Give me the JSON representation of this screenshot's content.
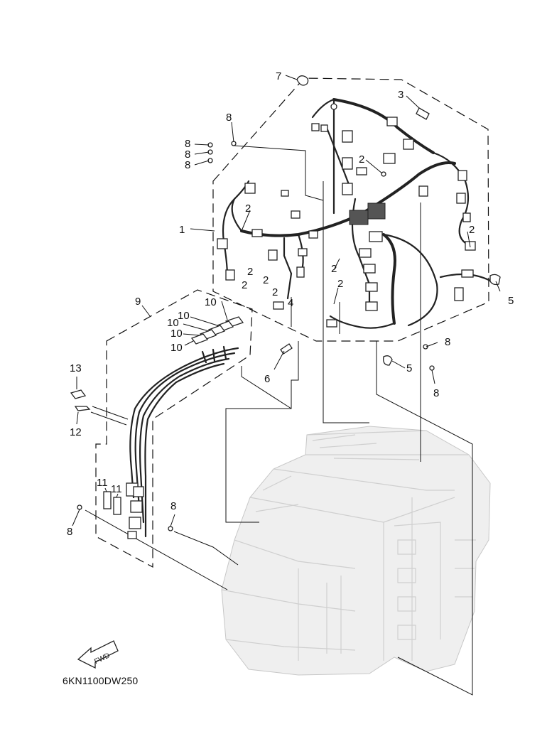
{
  "diagram_code": "6KN1100DW250",
  "fwd_label": "FWD",
  "callouts": {
    "c1": "1",
    "c2": "2",
    "c3": "3",
    "c4": "4",
    "c5": "5",
    "c6": "6",
    "c7": "7",
    "c8": "8",
    "c9": "9",
    "c10": "10",
    "c11": "11",
    "c12": "12",
    "c13": "13"
  },
  "colors": {
    "ink": "#111111",
    "engine_fill": "#efefef",
    "engine_stroke": "#c7c7c7"
  }
}
